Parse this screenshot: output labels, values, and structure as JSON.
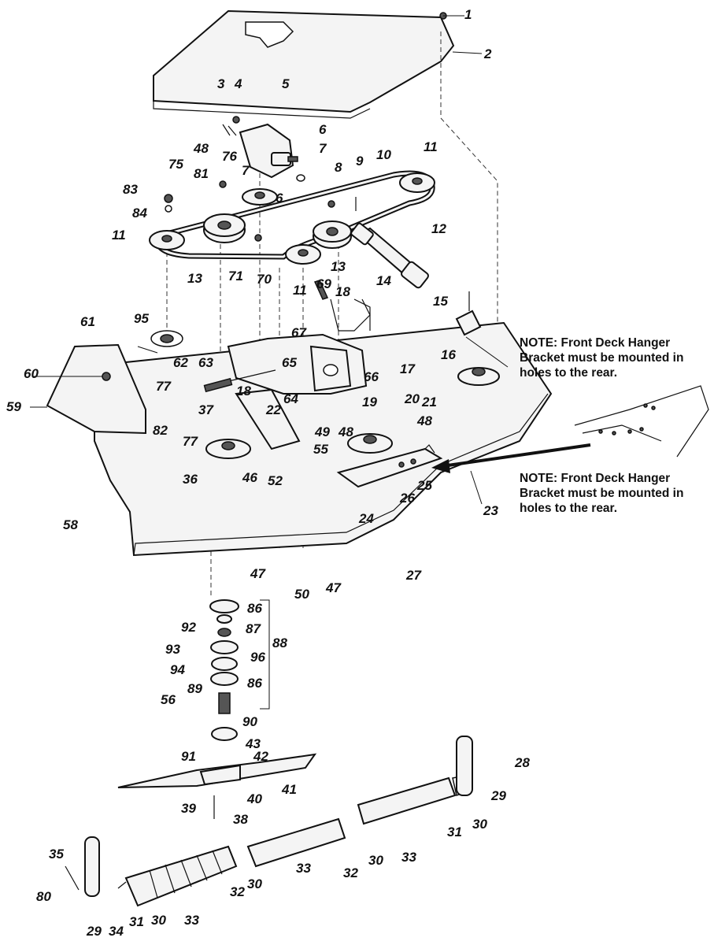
{
  "notes": [
    "NOTE: Front Deck Hanger\nBracket must be mounted in\nholes to the rear.",
    "NOTE: Front Deck Hanger\nBracket must be mounted in\nholes to the rear."
  ],
  "callouts": [
    {
      "id": "1",
      "label": "1"
    },
    {
      "id": "2",
      "label": "2"
    },
    {
      "id": "3",
      "label": "3"
    },
    {
      "id": "4",
      "label": "4"
    },
    {
      "id": "5",
      "label": "5"
    },
    {
      "id": "6a",
      "label": "6"
    },
    {
      "id": "7a",
      "label": "7"
    },
    {
      "id": "7b",
      "label": "7"
    },
    {
      "id": "8",
      "label": "8"
    },
    {
      "id": "9",
      "label": "9"
    },
    {
      "id": "10",
      "label": "10"
    },
    {
      "id": "11a",
      "label": "11"
    },
    {
      "id": "12",
      "label": "12"
    },
    {
      "id": "48a",
      "label": "48"
    },
    {
      "id": "76",
      "label": "76"
    },
    {
      "id": "75",
      "label": "75"
    },
    {
      "id": "81",
      "label": "81"
    },
    {
      "id": "6b",
      "label": "6"
    },
    {
      "id": "83",
      "label": "83"
    },
    {
      "id": "84",
      "label": "84"
    },
    {
      "id": "11b",
      "label": "11"
    },
    {
      "id": "13a",
      "label": "13"
    },
    {
      "id": "71",
      "label": "71"
    },
    {
      "id": "70",
      "label": "70"
    },
    {
      "id": "11c",
      "label": "11"
    },
    {
      "id": "13b",
      "label": "13"
    },
    {
      "id": "69",
      "label": "69"
    },
    {
      "id": "14",
      "label": "14"
    },
    {
      "id": "18a",
      "label": "18"
    },
    {
      "id": "15",
      "label": "15"
    },
    {
      "id": "95",
      "label": "95"
    },
    {
      "id": "61",
      "label": "61"
    },
    {
      "id": "67",
      "label": "67"
    },
    {
      "id": "16",
      "label": "16"
    },
    {
      "id": "17",
      "label": "17"
    },
    {
      "id": "60",
      "label": "60"
    },
    {
      "id": "62",
      "label": "62"
    },
    {
      "id": "63",
      "label": "63"
    },
    {
      "id": "65",
      "label": "65"
    },
    {
      "id": "66",
      "label": "66"
    },
    {
      "id": "59",
      "label": "59"
    },
    {
      "id": "77a",
      "label": "77"
    },
    {
      "id": "37",
      "label": "37"
    },
    {
      "id": "18b",
      "label": "18"
    },
    {
      "id": "64",
      "label": "64"
    },
    {
      "id": "22",
      "label": "22"
    },
    {
      "id": "19",
      "label": "19"
    },
    {
      "id": "20",
      "label": "20"
    },
    {
      "id": "21",
      "label": "21"
    },
    {
      "id": "82",
      "label": "82"
    },
    {
      "id": "77b",
      "label": "77"
    },
    {
      "id": "49",
      "label": "49"
    },
    {
      "id": "48b",
      "label": "48"
    },
    {
      "id": "48c",
      "label": "48"
    },
    {
      "id": "36",
      "label": "36"
    },
    {
      "id": "46",
      "label": "46"
    },
    {
      "id": "52",
      "label": "52"
    },
    {
      "id": "55",
      "label": "55"
    },
    {
      "id": "25",
      "label": "25"
    },
    {
      "id": "26",
      "label": "26"
    },
    {
      "id": "58",
      "label": "58"
    },
    {
      "id": "24",
      "label": "24"
    },
    {
      "id": "23",
      "label": "23"
    },
    {
      "id": "27",
      "label": "27"
    },
    {
      "id": "47a",
      "label": "47"
    },
    {
      "id": "50",
      "label": "50"
    },
    {
      "id": "47b",
      "label": "47"
    },
    {
      "id": "86a",
      "label": "86"
    },
    {
      "id": "92",
      "label": "92"
    },
    {
      "id": "87",
      "label": "87"
    },
    {
      "id": "88",
      "label": "88"
    },
    {
      "id": "93",
      "label": "93"
    },
    {
      "id": "96",
      "label": "96"
    },
    {
      "id": "94",
      "label": "94"
    },
    {
      "id": "86b",
      "label": "86"
    },
    {
      "id": "89",
      "label": "89"
    },
    {
      "id": "56",
      "label": "56"
    },
    {
      "id": "90",
      "label": "90"
    },
    {
      "id": "43",
      "label": "43"
    },
    {
      "id": "42",
      "label": "42"
    },
    {
      "id": "91",
      "label": "91"
    },
    {
      "id": "41",
      "label": "41"
    },
    {
      "id": "39",
      "label": "39"
    },
    {
      "id": "40",
      "label": "40"
    },
    {
      "id": "38",
      "label": "38"
    },
    {
      "id": "28",
      "label": "28"
    },
    {
      "id": "29a",
      "label": "29"
    },
    {
      "id": "31a",
      "label": "31"
    },
    {
      "id": "30a",
      "label": "30"
    },
    {
      "id": "33a",
      "label": "33"
    },
    {
      "id": "30b",
      "label": "30"
    },
    {
      "id": "32a",
      "label": "32"
    },
    {
      "id": "33b",
      "label": "33"
    },
    {
      "id": "35",
      "label": "35"
    },
    {
      "id": "32b",
      "label": "32"
    },
    {
      "id": "30c",
      "label": "30"
    },
    {
      "id": "80",
      "label": "80"
    },
    {
      "id": "33c",
      "label": "33"
    },
    {
      "id": "29b",
      "label": "29"
    },
    {
      "id": "34",
      "label": "34"
    },
    {
      "id": "31b",
      "label": "31"
    },
    {
      "id": "30d",
      "label": "30"
    }
  ]
}
